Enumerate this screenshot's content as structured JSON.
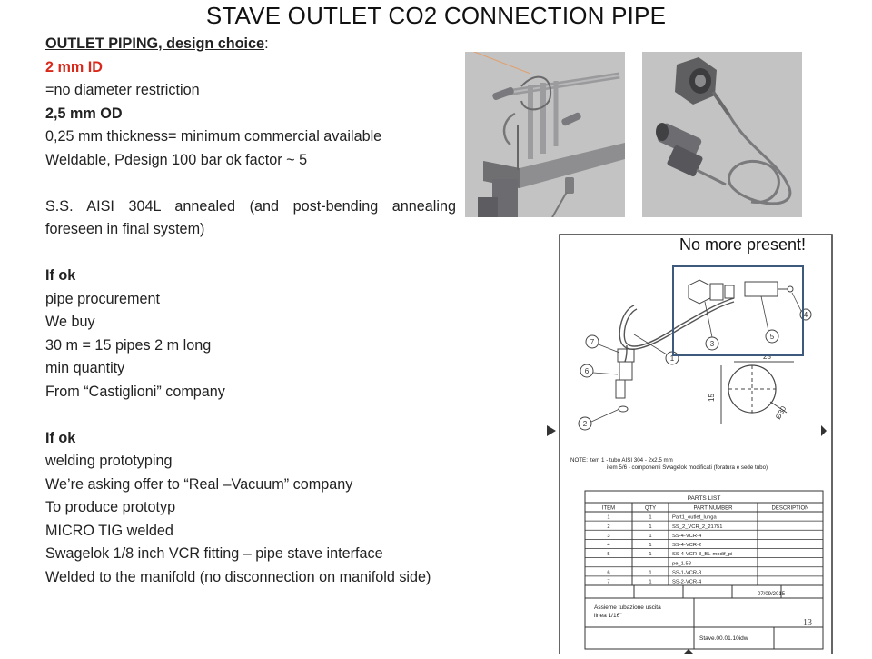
{
  "title": "STAVE OUTLET CO2 CONNECTION PIPE",
  "section": {
    "heading": "OUTLET PIPING, design choice",
    "heading_suffix": ":",
    "id_spec": "2 mm ID",
    "id_note": "=no diameter restriction",
    "od_spec": "2,5 mm OD",
    "thickness": "0,25 mm thickness= minimum commercial available",
    "weldable": "Weldable, Pdesign 100 bar ok factor ~ 5",
    "material": "S.S. AISI 304L annealed (and post-bending annealing foreseen in final system)"
  },
  "procurement": {
    "heading": "If ok",
    "lines": [
      "pipe procurement",
      "We buy",
      "30 m = 15 pipes 2 m long",
      "min quantity",
      "From “Castiglioni” company"
    ]
  },
  "welding": {
    "heading": "If ok",
    "lines": [
      "welding prototyping",
      "We’re asking offer to “Real –Vacuum” company",
      "To produce prototyp",
      "MICRO TIG welded",
      "Swagelok 1/8 inch VCR fitting – pipe stave interface",
      "Welded to the manifold (no disconnection on manifold side)"
    ]
  },
  "callout": "No more present!",
  "page_number": "13",
  "drawing": {
    "note_line1": "NOTE: item 1 - tubo AISI 304 - 2x2.5 mm",
    "note_line2": "item 5/6 - componenti Swagelok modificati (foratura e sede tubo)",
    "parts_title": "PARTS LIST",
    "headers": [
      "ITEM",
      "QTY",
      "PART NUMBER",
      "DESCRIPTION"
    ],
    "rows": [
      [
        "1",
        "1",
        "Part1_outlet_lunga",
        ""
      ],
      [
        "2",
        "1",
        "SS_2_VCR_2_21751",
        ""
      ],
      [
        "3",
        "1",
        "SS-4-VCR-4",
        ""
      ],
      [
        "4",
        "1",
        "SS-4-VCR-2",
        ""
      ],
      [
        "5",
        "1",
        "SS-4-VCR-3_BL-modif_pi",
        ""
      ],
      [
        "",
        "",
        "pe_1.58",
        ""
      ],
      [
        "6",
        "1",
        "SS-1-VCR-3",
        ""
      ],
      [
        "7",
        "1",
        "SS-2-VCR-4",
        ""
      ]
    ],
    "date": "07/09/2015",
    "assembly_line1": "Assieme tubazione uscita",
    "assembly_line2": "linea 1/16\"",
    "drawing_number": "Stave.00.01.10idw",
    "dim_28": "28",
    "dim_15": "15",
    "dim_d30": "Ø30",
    "balloons": [
      "1",
      "2",
      "3",
      "4",
      "5",
      "6",
      "7"
    ]
  }
}
